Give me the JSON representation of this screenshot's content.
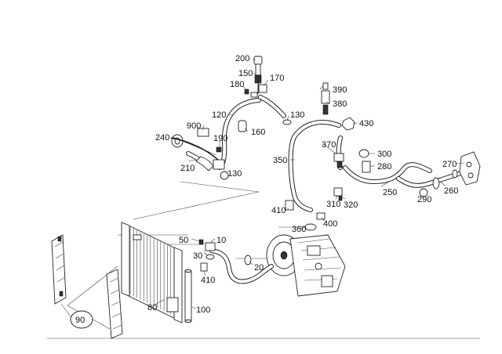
{
  "parts": [
    {
      "id": "p200",
      "label": "200"
    },
    {
      "id": "p150",
      "label": "150"
    },
    {
      "id": "p170",
      "label": "170"
    },
    {
      "id": "p180",
      "label": "180"
    },
    {
      "id": "p390",
      "label": "390"
    },
    {
      "id": "p380",
      "label": "380"
    },
    {
      "id": "p120",
      "label": "120"
    },
    {
      "id": "p130a",
      "label": "130"
    },
    {
      "id": "p900",
      "label": "900"
    },
    {
      "id": "p160",
      "label": "160"
    },
    {
      "id": "p430",
      "label": "430"
    },
    {
      "id": "p240",
      "label": "240"
    },
    {
      "id": "p190",
      "label": "190"
    },
    {
      "id": "p370",
      "label": "370"
    },
    {
      "id": "p300",
      "label": "300"
    },
    {
      "id": "p350",
      "label": "350"
    },
    {
      "id": "p280",
      "label": "280"
    },
    {
      "id": "p270",
      "label": "270"
    },
    {
      "id": "p210",
      "label": "210"
    },
    {
      "id": "p130b",
      "label": "130"
    },
    {
      "id": "p250",
      "label": "250"
    },
    {
      "id": "p260",
      "label": "260"
    },
    {
      "id": "p290",
      "label": "290"
    },
    {
      "id": "p310",
      "label": "310"
    },
    {
      "id": "p320",
      "label": "320"
    },
    {
      "id": "p410a",
      "label": "410"
    },
    {
      "id": "p400",
      "label": "400"
    },
    {
      "id": "p360",
      "label": "360"
    },
    {
      "id": "p50",
      "label": "50"
    },
    {
      "id": "p10",
      "label": "10"
    },
    {
      "id": "p30",
      "label": "30"
    },
    {
      "id": "p20",
      "label": "20"
    },
    {
      "id": "p410b",
      "label": "410"
    },
    {
      "id": "p80",
      "label": "80"
    },
    {
      "id": "p100",
      "label": "100"
    },
    {
      "id": "p90",
      "label": "90"
    }
  ]
}
